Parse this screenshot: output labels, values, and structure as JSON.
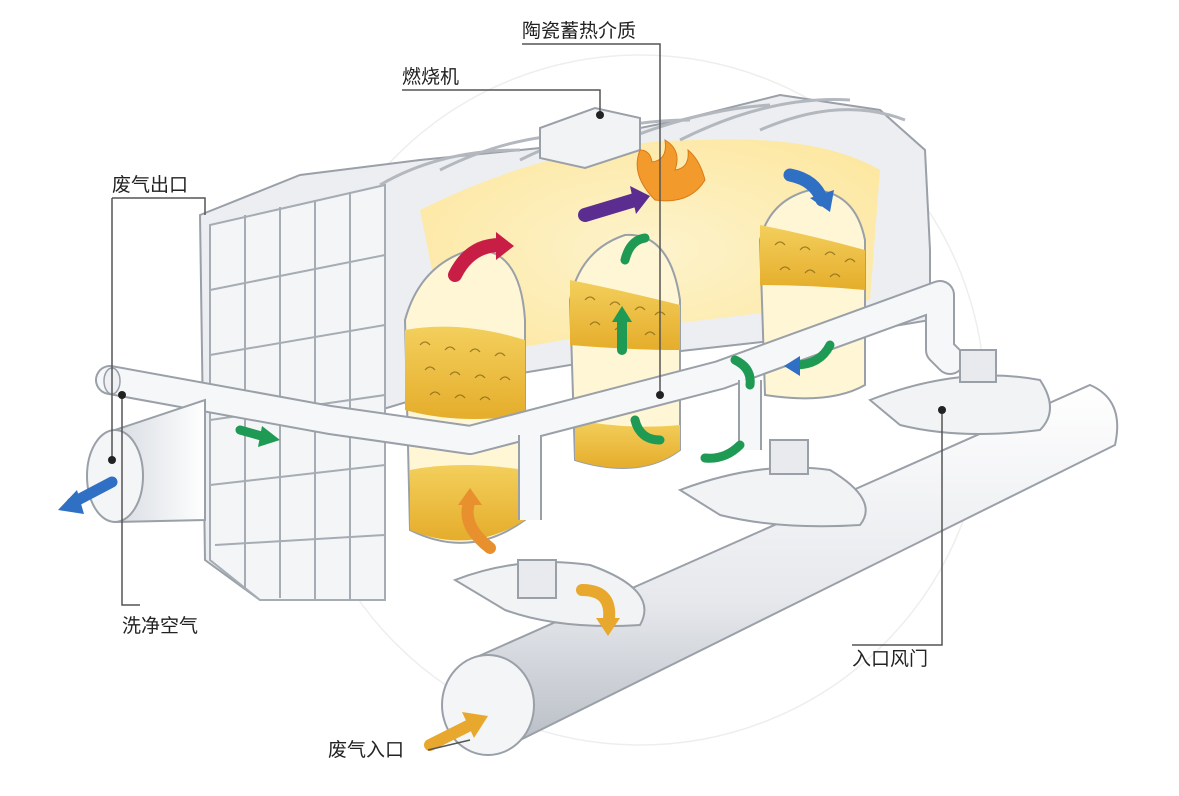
{
  "labels": {
    "ceramic_media": "陶瓷蓄热介质",
    "burner": "燃烧机",
    "exhaust_outlet": "废气出口",
    "purge_air": "洗净空气",
    "inlet_damper": "入口风门",
    "exhaust_inlet": "废气入口"
  },
  "colors": {
    "background": "#ffffff",
    "line": "#555555",
    "text": "#222222",
    "structure": "#ebedf0",
    "outline": "#9aa0a8",
    "hot_glow": "#ffe9a8",
    "media": "#f1c84a",
    "flame": "#f29a2b",
    "arrow_green": "#1f9a55",
    "arrow_blue": "#2f6fc4",
    "arrow_red": "#c81e45",
    "arrow_purple": "#5b2d91",
    "arrow_orange": "#e8902e"
  },
  "icons": [
    "flame-icon",
    "flow-arrow-icon"
  ]
}
